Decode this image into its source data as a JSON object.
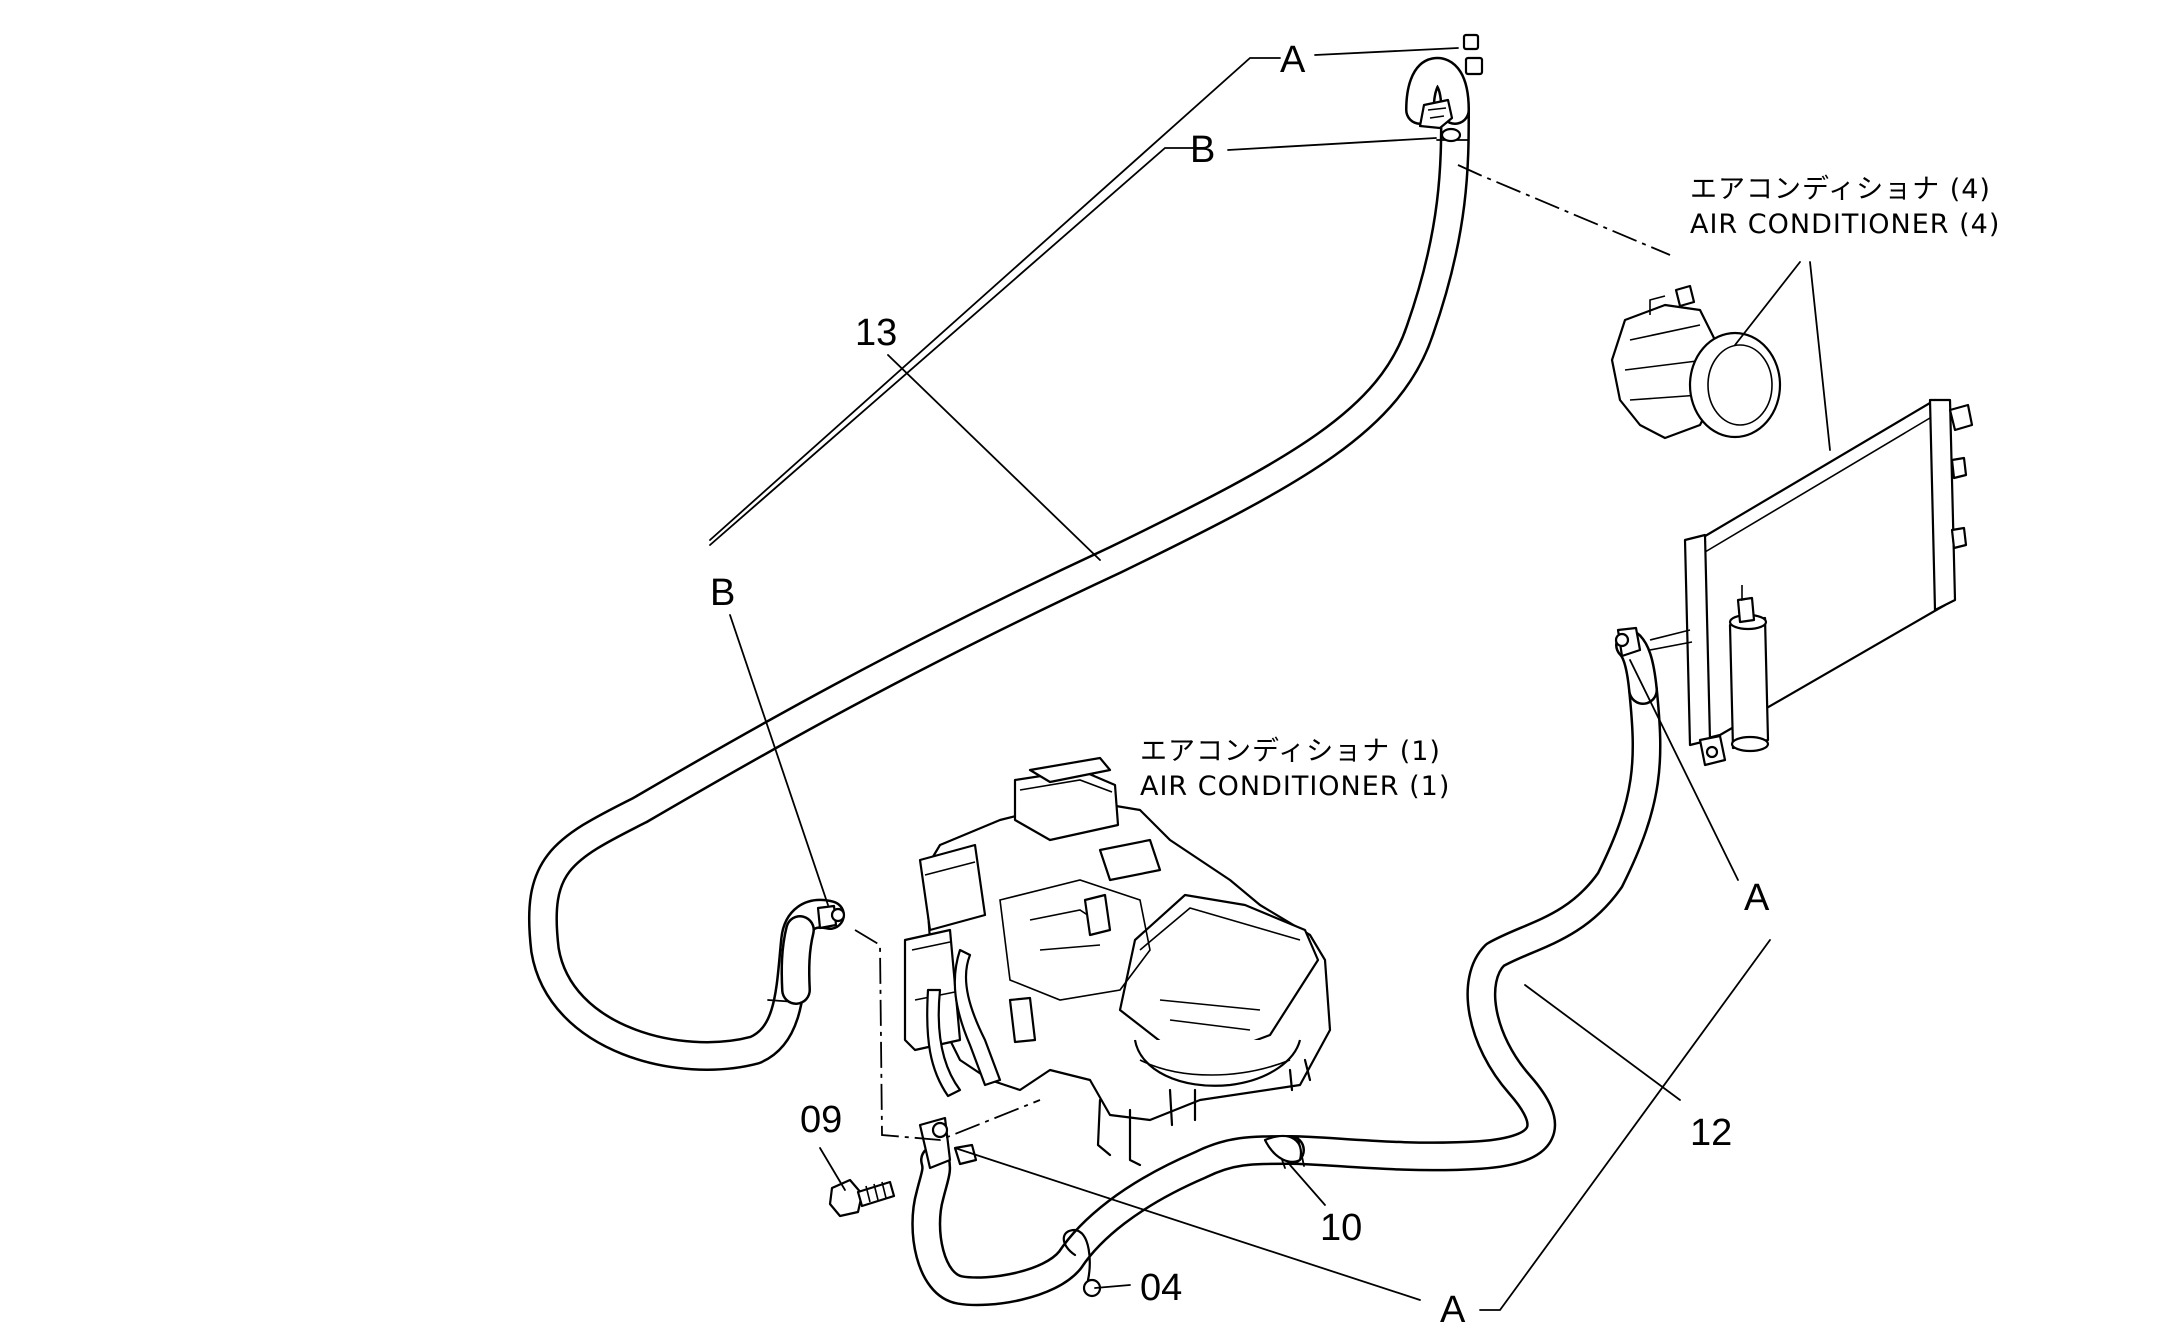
{
  "parts": {
    "p13": "13",
    "p12": "12",
    "p10": "10",
    "p09": "09",
    "p04": "04"
  },
  "refs": {
    "a_top": "A",
    "a_right": "A",
    "a_bottom": "A",
    "b_top": "B",
    "b_left": "B"
  },
  "captions": {
    "ac1_jp": "エアコンディショナ (1)",
    "ac1_en": "AIR CONDITIONER (1)",
    "ac4_jp": "エアコンディショナ (4)",
    "ac4_en": "AIR CONDITIONER (4)"
  }
}
